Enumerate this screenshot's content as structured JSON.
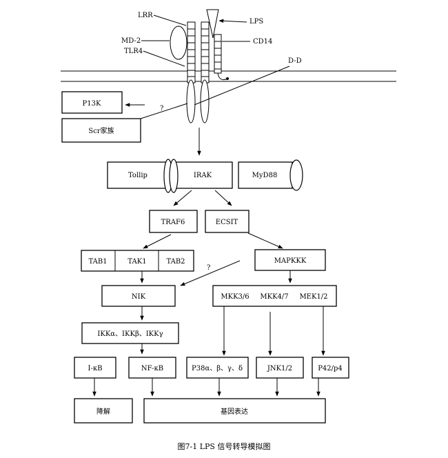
{
  "labels": {
    "lrr": "LRR",
    "lps": "LPS",
    "md2": "MD-2",
    "cd14": "CD14",
    "tlr4": "TLR4",
    "dd": "D-D",
    "question": "?",
    "question2": "?"
  },
  "boxes": {
    "p13k": "P13K",
    "scr": "Scr家族",
    "tollip": "Tollip",
    "irak": "IRAK",
    "myd88": "MyD88",
    "traf6": "TRAF6",
    "ecsit": "ECSIT",
    "tab1": "TAB1",
    "tak1": "TAK1",
    "tab2": "TAB2",
    "mapkkk": "MAPKKK",
    "nik": "NIK",
    "mkk36": "MKK3/6",
    "mkk47": "MKK4/7",
    "mek12": "MEK1/2",
    "ikk": "IKKα、IKKβ、IKKγ",
    "ikb": "I-κB",
    "nfkb": "NF-κB",
    "p38": "P38α、β、γ、δ",
    "jnk": "JNK1/2",
    "p42": "P42/p4",
    "degradation": "降解",
    "gene_expression": "基因表达"
  },
  "caption": "图7-1   LPS 信号转导模拟图"
}
